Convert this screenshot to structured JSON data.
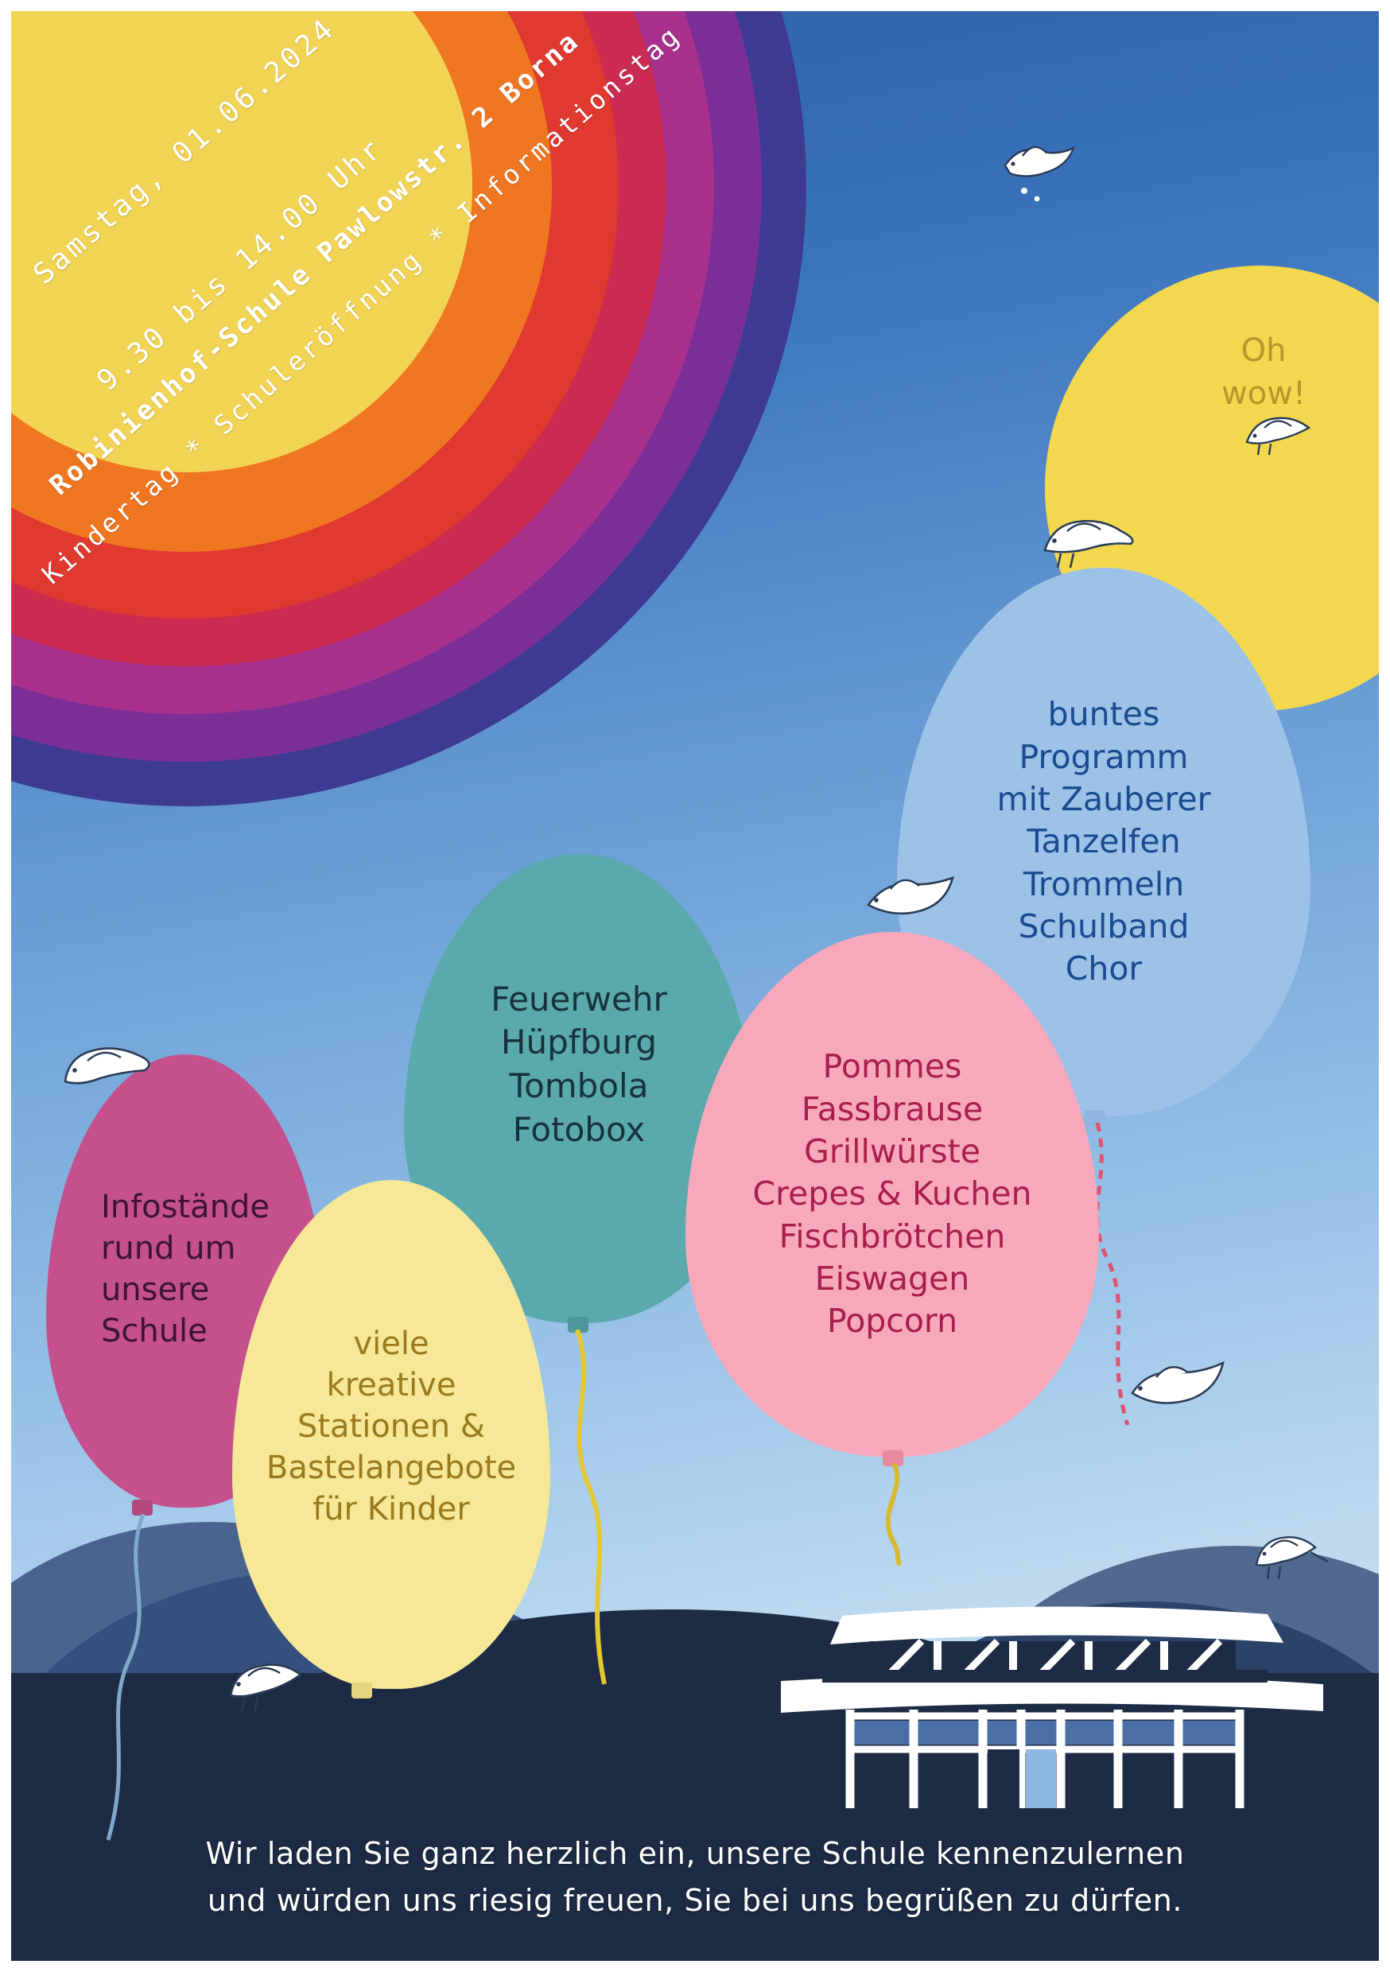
{
  "poster": {
    "rainbow_lines": [
      {
        "id": "date",
        "text": "Samstag, 01.06.2024"
      },
      {
        "id": "time",
        "text": "9.30 bis 14.00 Uhr"
      },
      {
        "id": "school",
        "text": "Robinienhof-Schule Pawlowstr. 2 Borna"
      },
      {
        "id": "subtitle",
        "text": "Kindertag * Schuleröffnung * Informationstag"
      }
    ],
    "balloons": [
      {
        "id": "blue-programm",
        "color": "#9cc2e8",
        "text_color": "#1b4b8f",
        "lines": [
          "buntes",
          "Programm",
          "mit Zauberer",
          "Tanzelfen",
          "Trommeln",
          "Schulband",
          "Chor"
        ]
      },
      {
        "id": "pink-food",
        "color": "#f7a8bb",
        "text_color": "#a81f47",
        "lines": [
          "Pommes",
          "Fassbrause",
          "Grillwürste",
          "Crepes & Kuchen",
          "Fischbrötchen",
          "Eiswagen",
          "Popcorn"
        ]
      },
      {
        "id": "teal-activities",
        "color": "#5aa9ad",
        "text_color": "#17323d",
        "lines": [
          "Feuerwehr",
          "Hüpfburg",
          "Tombola",
          "Fotobox"
        ]
      },
      {
        "id": "magenta-info",
        "color": "#c4518d",
        "text_color": "#3c1430",
        "lines": [
          "Infostände",
          "rund um",
          "unsere",
          "Schule"
        ]
      },
      {
        "id": "yellow-kreativ",
        "color": "#f6e896",
        "text_color": "#9a7a1e",
        "lines": [
          "viele",
          "kreative",
          "Stationen &",
          "Bastelangebote",
          "für Kinder"
        ]
      }
    ],
    "sun_note": {
      "id": "oh-wow",
      "line1": "Oh",
      "line2": "wow!"
    },
    "invitation": {
      "line1": "Wir laden Sie ganz herzlich ein, unsere Schule kennenzulernen",
      "line2": "und würden uns riesig freuen, Sie bei uns begrüßen zu dürfen."
    },
    "colors": {
      "arc_yellow": "#f2d455",
      "arc_orange": "#ef7722",
      "arc_red": "#e0392f",
      "arc_crimson": "#cc2b52",
      "arc_magenta": "#a8318e",
      "arc_purple": "#7b2f96",
      "arc_indigo": "#3d3a90",
      "sky_top": "#2b5ea8",
      "sky_bottom": "#cfe4f4",
      "hill_dark": "#1d2b45",
      "hill_mid": "#35507c",
      "frame": "#1b2740"
    }
  }
}
